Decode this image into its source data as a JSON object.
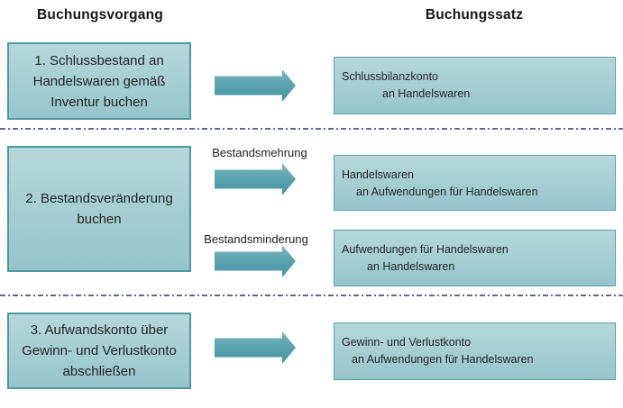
{
  "diagram": {
    "header_left": "Buchungsvorgang",
    "header_right": "Buchungssatz",
    "process_boxes": [
      {
        "text": "1. Schlussbestand an Handelswaren gemäß Inventur buchen"
      },
      {
        "text": "2. Bestandsveränderung buchen"
      },
      {
        "text": "3. Aufwandskonto über Gewinn- und Verlustkonto abschließen"
      }
    ],
    "arrow_labels": {
      "mehrung": "Bestandsmehrung",
      "minderung": "Bestandsminderung"
    },
    "entry_boxes": [
      {
        "debit": "Schlussbilanzkonto",
        "credit": "an Handelswaren"
      },
      {
        "debit": "Handelswaren",
        "credit": "an Aufwendungen für Handelswaren"
      },
      {
        "debit": "Aufwendungen für Handelswaren",
        "credit": "an Handelswaren"
      },
      {
        "debit": "Gewinn- und Verlustkonto",
        "credit": "an Aufwendungen für Handelswaren"
      }
    ]
  },
  "colors": {
    "heading_text": "#161616",
    "box_text": "#242424",
    "box_border": "#4e99a5",
    "entry_border": "#58a2ad",
    "box_fill_top": "#b6d7da",
    "box_fill_bottom": "#95c5cb",
    "arrow_fill": "#549fab",
    "arrow_fill_light": "#79b6be",
    "divider": "#5b67a1"
  }
}
